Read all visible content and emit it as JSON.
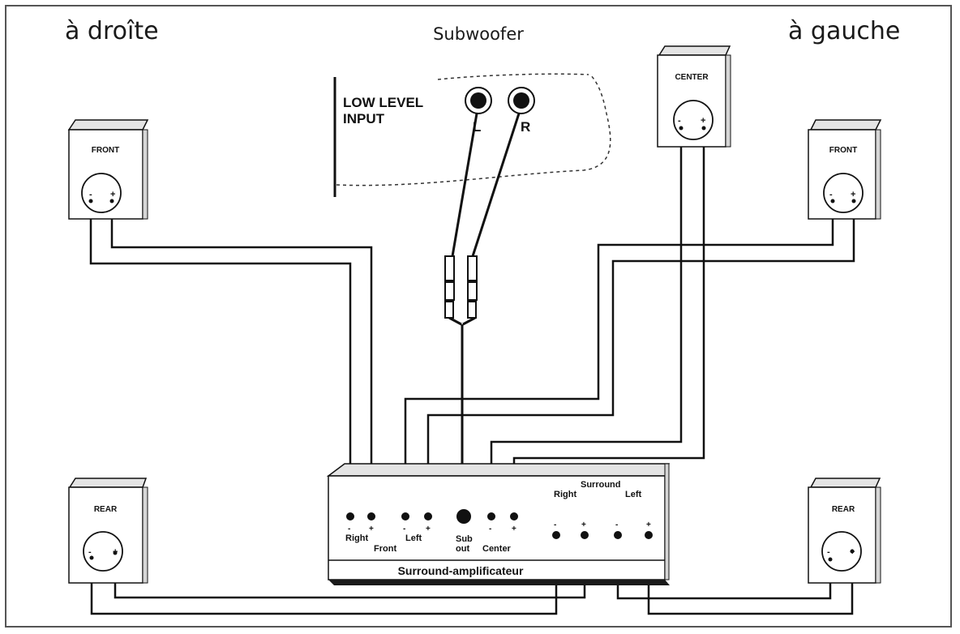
{
  "labels": {
    "right_side": "à droîte",
    "left_side": "à gauche",
    "subwoofer": "Subwoofer",
    "low_level_input_line1": "LOW LEVEL",
    "low_level_input_line2": "INPUT",
    "input_l": "L",
    "input_r": "R"
  },
  "speakers": {
    "front_right": "FRONT",
    "front_left": "FRONT",
    "center": "CENTER",
    "rear_right": "REAR",
    "rear_left": "REAR"
  },
  "terminals": {
    "minus": "-",
    "plus": "+"
  },
  "amplifier": {
    "name": "Surround-amplificateur",
    "front_right": "Right",
    "front": "Front",
    "front_left": "Left",
    "sub_line1": "Sub",
    "sub_line2": "out",
    "center": "Center",
    "surround": "Surround",
    "surround_right": "Right",
    "surround_left": "Left"
  },
  "colors": {
    "line": "#111111",
    "box_shadow": "#d6d6d6",
    "footer_bar": "#1a1a1a"
  }
}
